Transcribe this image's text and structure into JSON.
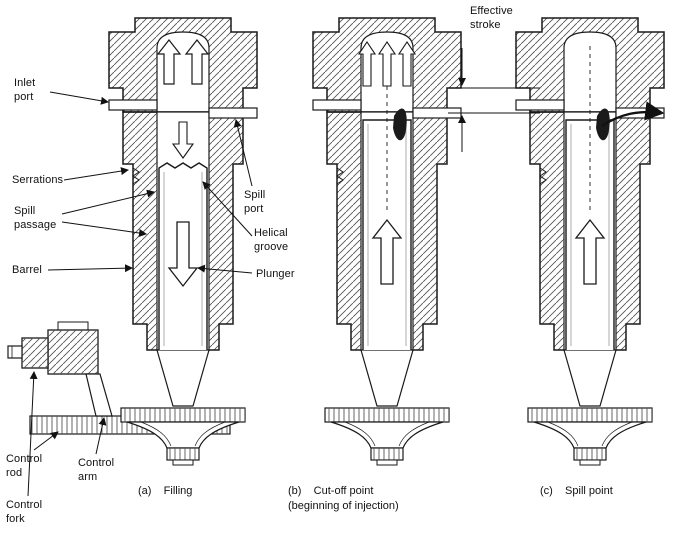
{
  "figure": {
    "background": "#ffffff",
    "line_color": "#1a1a1a"
  },
  "labels": {
    "inlet_port": "Inlet\nport",
    "serrations": "Serrations",
    "spill_passage": "Spill\npassage",
    "barrel": "Barrel",
    "spill_port": "Spill\nport",
    "helical_groove": "Helical\ngroove",
    "plunger": "Plunger",
    "control_rod": "Control\nrod",
    "control_arm": "Control\narm",
    "control_fork": "Control\nfork",
    "effective_stroke": "Effective\nstroke"
  },
  "captions": {
    "a": "(a)    Filling",
    "b": "(b)    Cut-off point\n(beginning of injection)",
    "c": "(c)    Spill point"
  }
}
